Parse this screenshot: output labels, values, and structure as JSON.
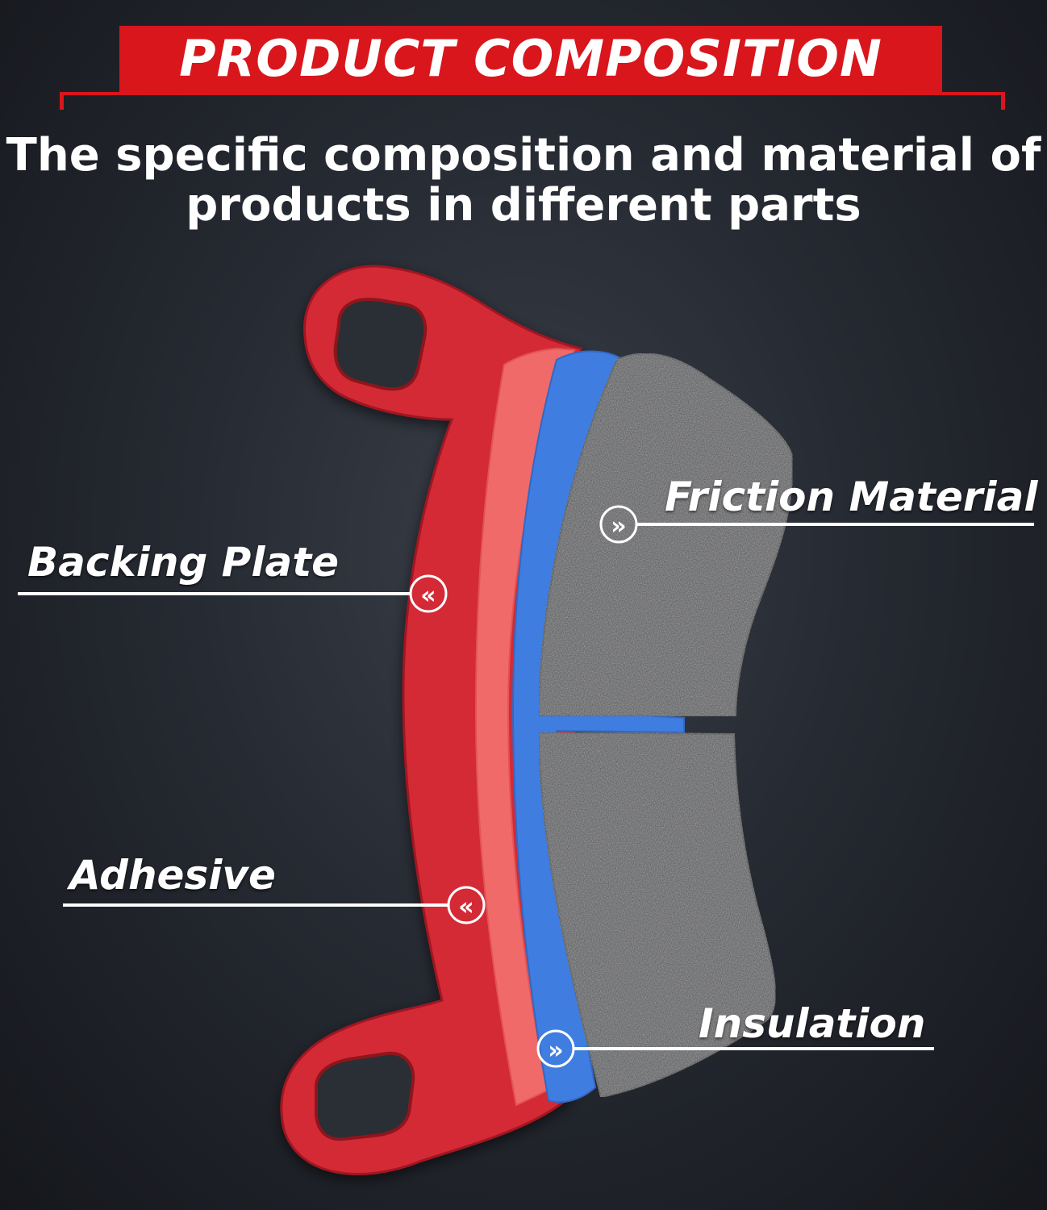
{
  "header": {
    "banner_title": "PRODUCT COMPOSITION",
    "subtitle_line1": "The specific composition and material of",
    "subtitle_line2": "products in different parts"
  },
  "labels": {
    "friction": "Friction Material",
    "backing": "Backing Plate",
    "adhesive": "Adhesive",
    "insulation": "Insulation"
  },
  "colors": {
    "banner": "#d8161c",
    "backing_plate": "#d42a34",
    "adhesive": "#f06a6a",
    "insulation": "#3f7de0",
    "friction": "#4a4b4d"
  }
}
